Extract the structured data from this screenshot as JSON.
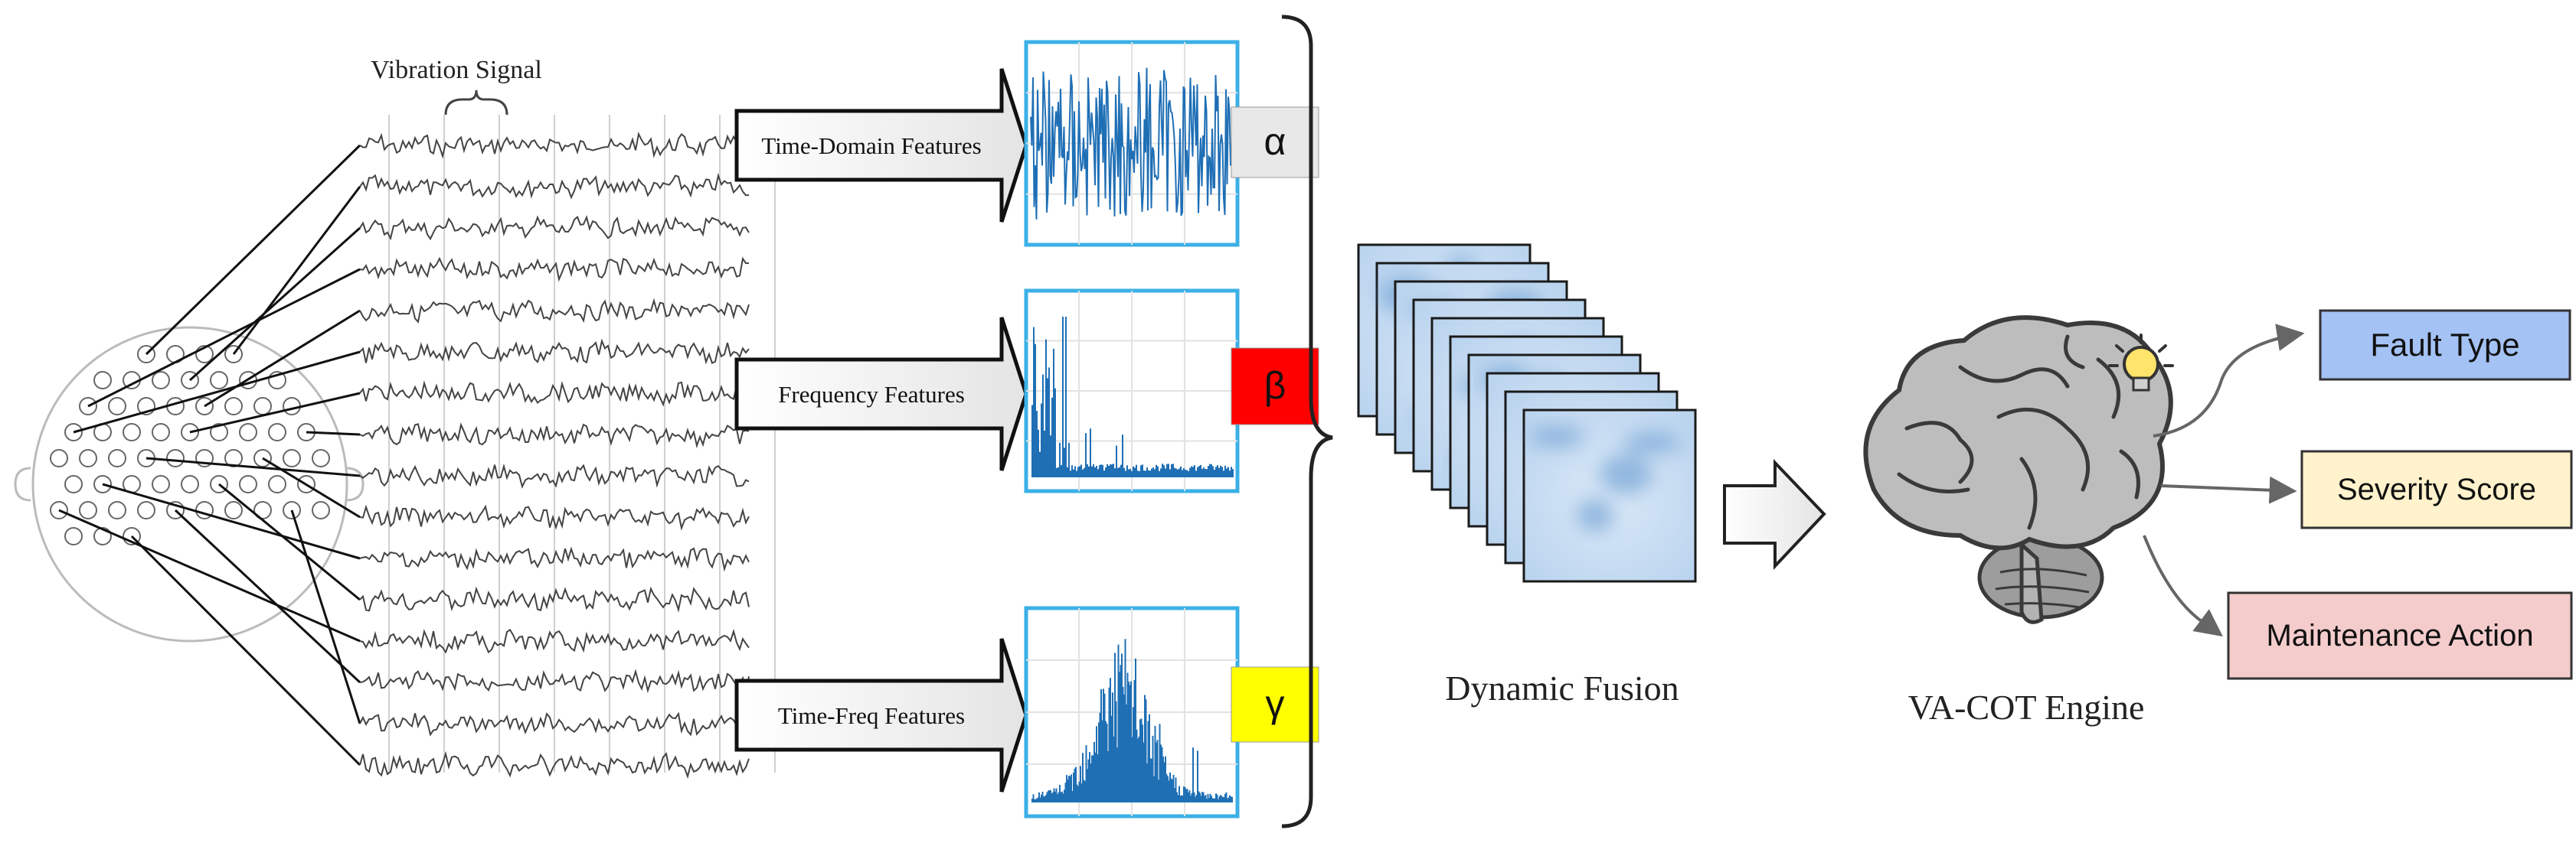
{
  "signal": {
    "title": "Vibration Signal",
    "channel_count": 16
  },
  "sensor_array": {
    "sensor_count": 60
  },
  "features": [
    {
      "label": "Time-Domain Features",
      "weight_symbol": "α",
      "weight_color": "#e8e8e8",
      "spectrum_kind": "time"
    },
    {
      "label": "Frequency Features",
      "weight_symbol": "β",
      "weight_color": "#ff0000",
      "spectrum_kind": "frequency"
    },
    {
      "label": "Time-Freq Features",
      "weight_symbol": "γ",
      "weight_color": "#ffff00",
      "spectrum_kind": "time-freq"
    }
  ],
  "fusion": {
    "label": "Dynamic Fusion",
    "map_count": 10
  },
  "engine": {
    "label": "VA-COT Engine"
  },
  "outputs": [
    {
      "label": "Fault Type",
      "color": "#a4c2f4"
    },
    {
      "label": "Severity Score",
      "color": "#fff2cc"
    },
    {
      "label": "Maintenance Action",
      "color": "#f4cccc"
    }
  ],
  "colors": {
    "signal_line": "#444444",
    "plot_line": "#1f6fb5",
    "plot_frame": "#3bb0e6",
    "arrow_fill": "#eeeeee"
  }
}
